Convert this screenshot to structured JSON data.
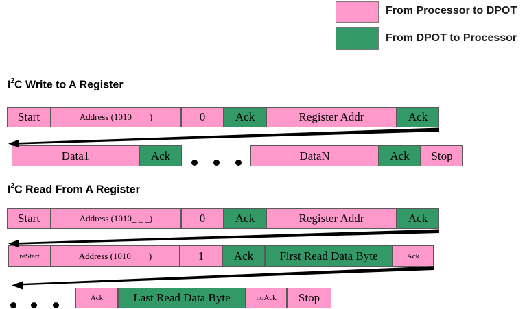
{
  "colors": {
    "pink": "#FF99CC",
    "green": "#339966",
    "arrow": "#000000",
    "block_border": "#595959"
  },
  "icons": {
    "ellipsis-dots": "• • •",
    "left-arrow": "←"
  },
  "legend": {
    "items": [
      {
        "label": "From Processor to DPOT",
        "color_key": "pink"
      },
      {
        "label": "From DPOT to Processor",
        "color_key": "green"
      }
    ]
  },
  "write_section": {
    "title": {
      "pre": "I",
      "sup": "2",
      "post": "C Write to A Register"
    },
    "row1": {
      "blocks": [
        {
          "label": "Start",
          "direction": "processor"
        },
        {
          "label": "Address (1010_ _ _)",
          "direction": "processor"
        },
        {
          "label": "0",
          "direction": "processor"
        },
        {
          "label": "Ack",
          "direction": "dpot"
        },
        {
          "label": "Register Addr",
          "direction": "processor"
        },
        {
          "label": "Ack",
          "direction": "dpot"
        }
      ]
    },
    "row2": {
      "blocks": [
        {
          "label": "Data1",
          "direction": "processor"
        },
        {
          "label": "Ack",
          "direction": "dpot"
        },
        {
          "label": "DataN",
          "direction": "processor"
        },
        {
          "label": "Ack",
          "direction": "dpot"
        },
        {
          "label": "Stop",
          "direction": "processor"
        }
      ]
    }
  },
  "read_section": {
    "title": {
      "pre": "I",
      "sup": "2",
      "post": "C Read From A Register"
    },
    "row1": {
      "blocks": [
        {
          "label": "Start",
          "direction": "processor"
        },
        {
          "label": "Address (1010_ _ _)",
          "direction": "processor"
        },
        {
          "label": "0",
          "direction": "processor"
        },
        {
          "label": "Ack",
          "direction": "dpot"
        },
        {
          "label": "Register Addr",
          "direction": "processor"
        },
        {
          "label": "Ack",
          "direction": "dpot"
        }
      ]
    },
    "row2": {
      "blocks": [
        {
          "label": "reStart",
          "direction": "processor"
        },
        {
          "label": "Address (1010_ _ _)",
          "direction": "processor"
        },
        {
          "label": "1",
          "direction": "processor"
        },
        {
          "label": "Ack",
          "direction": "dpot"
        },
        {
          "label": "First Read Data Byte",
          "direction": "dpot"
        },
        {
          "label": "Ack",
          "direction": "processor"
        }
      ]
    },
    "row3": {
      "blocks": [
        {
          "label": "Ack",
          "direction": "processor"
        },
        {
          "label": "Last Read Data Byte",
          "direction": "dpot"
        },
        {
          "label": "noAck",
          "direction": "processor"
        },
        {
          "label": "Stop",
          "direction": "processor"
        }
      ]
    }
  }
}
